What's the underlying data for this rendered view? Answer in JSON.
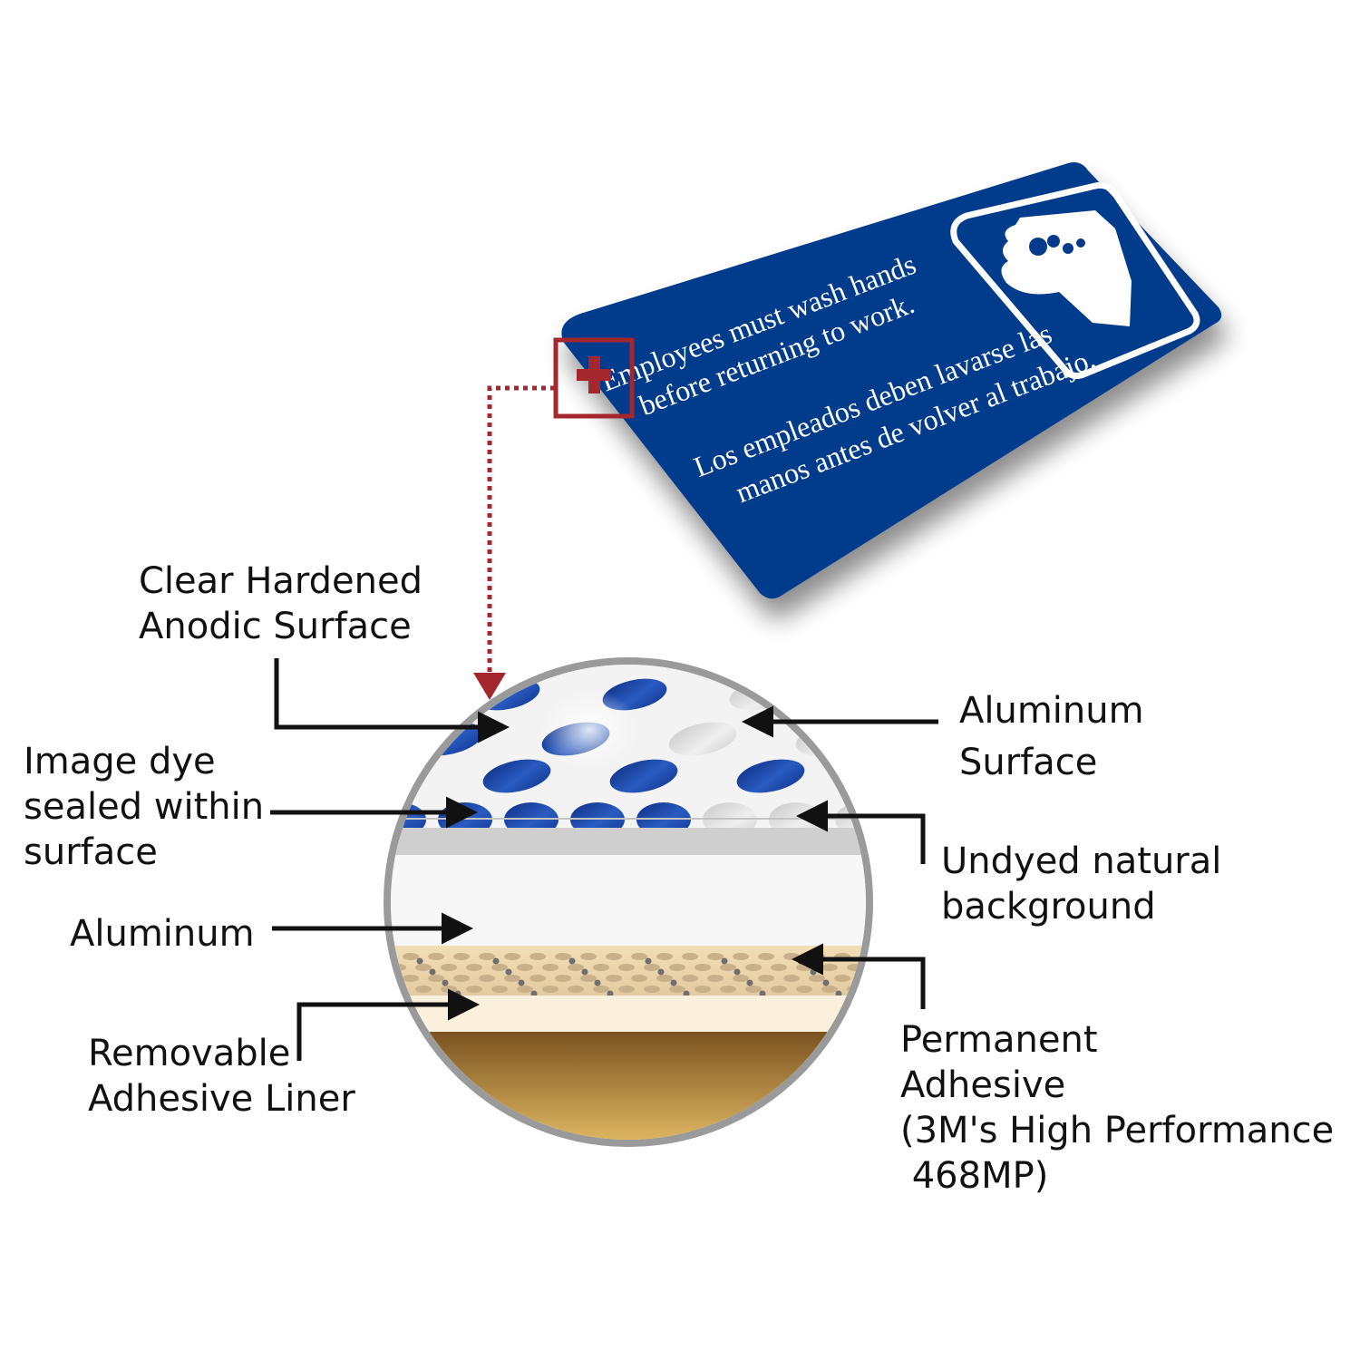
{
  "sign": {
    "english_line1": "Employees must wash hands",
    "english_line2": "before returning to work.",
    "spanish_line1": "Los empleados deben lavarse las",
    "spanish_line2": "manos antes de volver al trabajo.",
    "icon": "hand-washing-icon",
    "marker_icon": "plus-icon"
  },
  "labels": {
    "clear_hardened": "Clear Hardened\nAnodic Surface",
    "image_dye": "Image dye\nsealed within\nsurface",
    "aluminum_left": "Aluminum",
    "removable_liner": "Removable\nAdhesive Liner",
    "aluminum_surface": "Aluminum\nSurface",
    "undyed": "Undyed natural\nbackground",
    "permanent_adhesive": "Permanent\nAdhesive\n(3M's High Performance\n 468MP)"
  },
  "colors": {
    "sign_blue": "#063a8c",
    "dye_blue": "#1a4aa8",
    "marker_red": "#a3272d",
    "liner_brown": "#7a5220",
    "liner_gold": "#e6be66"
  }
}
